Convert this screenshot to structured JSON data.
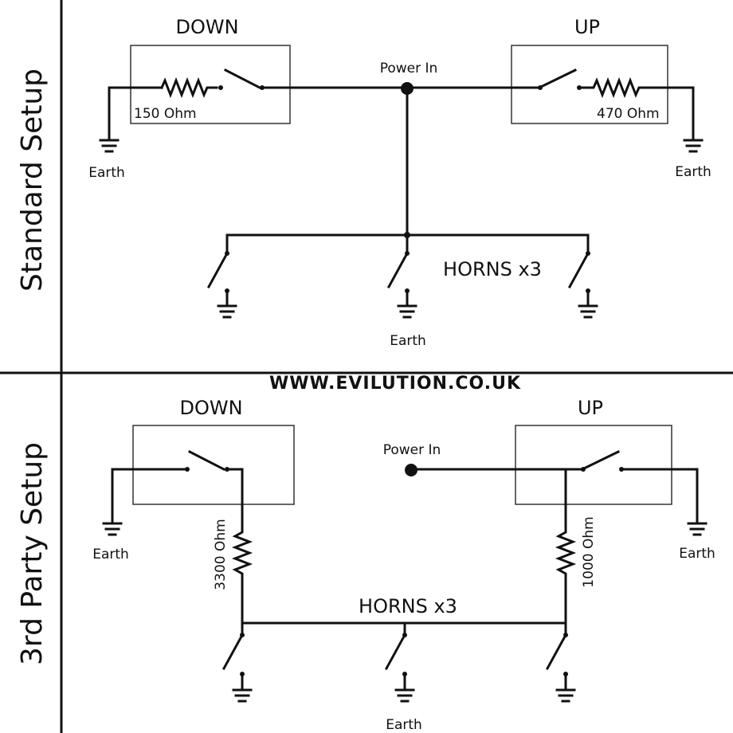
{
  "colors": {
    "ink": "#111111",
    "box": "#333333",
    "background": "#ffffff"
  },
  "website": "WWW.EVILUTION.CO.UK",
  "standard": {
    "title": "Standard Setup",
    "down": {
      "title": "DOWN",
      "resistor": "150 Ohm"
    },
    "up": {
      "title": "UP",
      "resistor": "470 Ohm"
    },
    "power": "Power In",
    "earth_left": "Earth",
    "earth_right": "Earth",
    "horns": "HORNS x3",
    "earth_horns": "Earth"
  },
  "third_party": {
    "title": "3rd Party Setup",
    "down": {
      "title": "DOWN",
      "resistor": "3300 Ohm"
    },
    "up": {
      "title": "UP",
      "resistor": "1000 Ohm"
    },
    "power": "Power In",
    "earth_left": "Earth",
    "earth_right": "Earth",
    "horns": "HORNS x3",
    "earth_horns": "Earth"
  }
}
